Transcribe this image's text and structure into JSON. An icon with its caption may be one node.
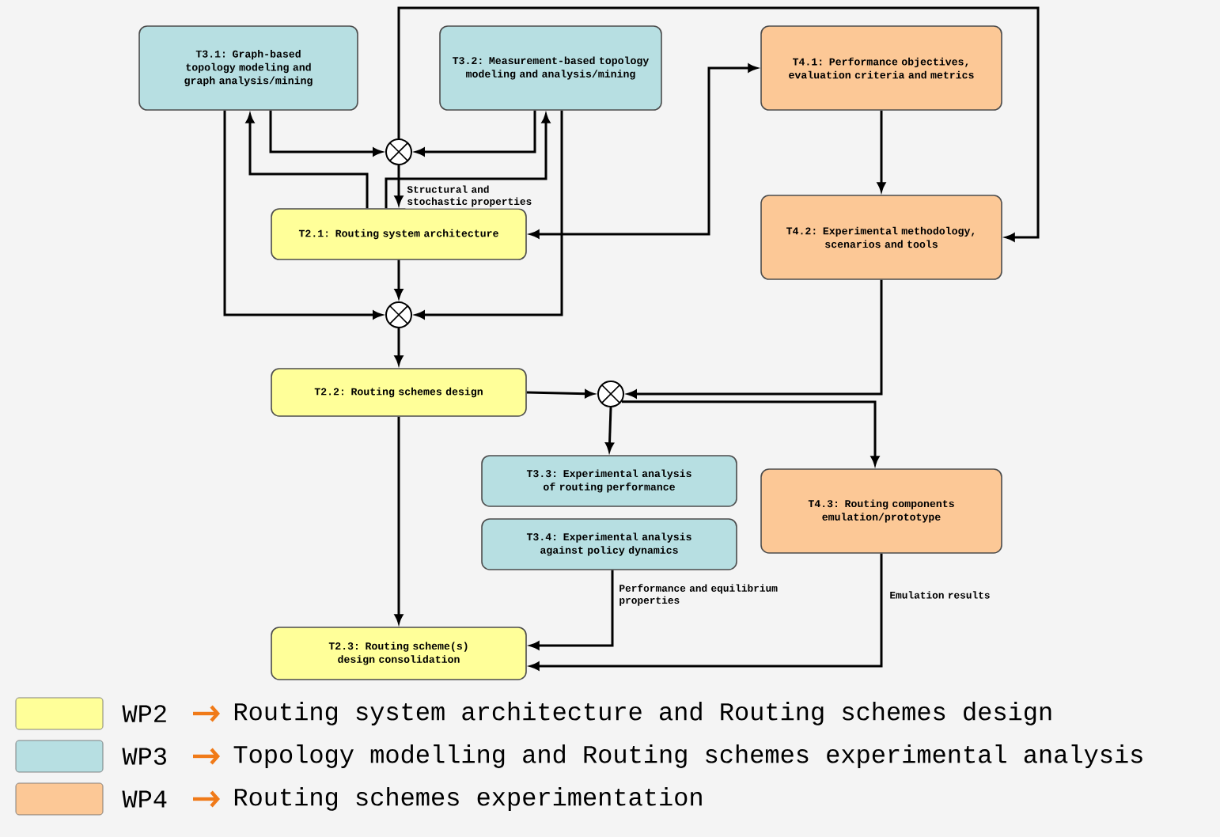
{
  "diagram": {
    "nodes": [
      {
        "text": [
          "T3.1: Graph-based topology modeling and graph analysis/mining"
        ]
      },
      {
        "text": [
          "T3.2: Measurement-based topology modeling and analysis/mining"
        ]
      },
      {
        "text": [
          "T4.1: Performance objectives, evaluation criteria and metrics"
        ]
      },
      {
        "text": [
          "T2.1: Routing system architecture"
        ]
      },
      {
        "text": [
          "T4.2: Experimental methodology, scenarios and tools"
        ]
      },
      {
        "text": [],
        "shape": "circle"
      },
      {
        "text": [],
        "shape": "circle"
      },
      {
        "text": [
          "T2.2: Routing schemes design"
        ]
      },
      {
        "text": [],
        "shape": "circle"
      },
      {
        "text": [
          "T3.3: Experimental analysis of routing performance"
        ]
      },
      {
        "text": [
          "T3.4: Experimental analysis against policy dynamics"
        ]
      },
      {
        "text": [
          "T4.3: Routing components emulation/prototype"
        ]
      },
      {
        "text": [
          "T2.3: Routing scheme(s) design consolidation"
        ]
      }
    ],
    "edges": [
      {
        "from": 0,
        "to": 5,
        "arrow": "to"
      },
      {
        "from": 3,
        "to": 0,
        "arrow": "to"
      },
      {
        "from": 1,
        "to": 5,
        "arrow": "to"
      },
      {
        "from": 3,
        "to": 1,
        "arrow": "to"
      },
      {
        "from": 5,
        "to": 3,
        "arrow": "to",
        "label": "Structural and stochastic properties"
      },
      {
        "from": 5,
        "to": 4,
        "arrow": "to"
      },
      {
        "from": 3,
        "to": 2,
        "arrow": "both"
      },
      {
        "from": 2,
        "to": 4,
        "arrow": "to"
      },
      {
        "from": 0,
        "to": 6,
        "arrow": "to"
      },
      {
        "from": 1,
        "to": 6,
        "arrow": "to"
      },
      {
        "from": 3,
        "to": 6,
        "arrow": "to"
      },
      {
        "from": 6,
        "to": 7,
        "arrow": "to"
      },
      {
        "from": 7,
        "to": 8,
        "arrow": "to"
      },
      {
        "from": 4,
        "to": 8,
        "arrow": "to"
      },
      {
        "from": 8,
        "to": 9,
        "arrow": "to"
      },
      {
        "from": 8,
        "to": 11,
        "arrow": "to"
      },
      {
        "from": 7,
        "to": 12,
        "arrow": "to"
      },
      {
        "from": 10,
        "to": 12,
        "arrow": "to",
        "label": "Performance and equilibrium properties"
      },
      {
        "from": 11,
        "to": 12,
        "arrow": "to",
        "label": "Emulation results"
      }
    ],
    "labels": [
      "WP2",
      "WP3",
      "WP4"
    ],
    "legend": [
      {
        "text": "Routing system architecture and Routing schemes design",
        "color": "#ffff99"
      },
      {
        "text": "Topology modelling and Routing schemes experimental analysis",
        "color": "#b7dfe2"
      },
      {
        "text": "Routing schemes experimentation",
        "color": "#fcc896"
      }
    ]
  }
}
